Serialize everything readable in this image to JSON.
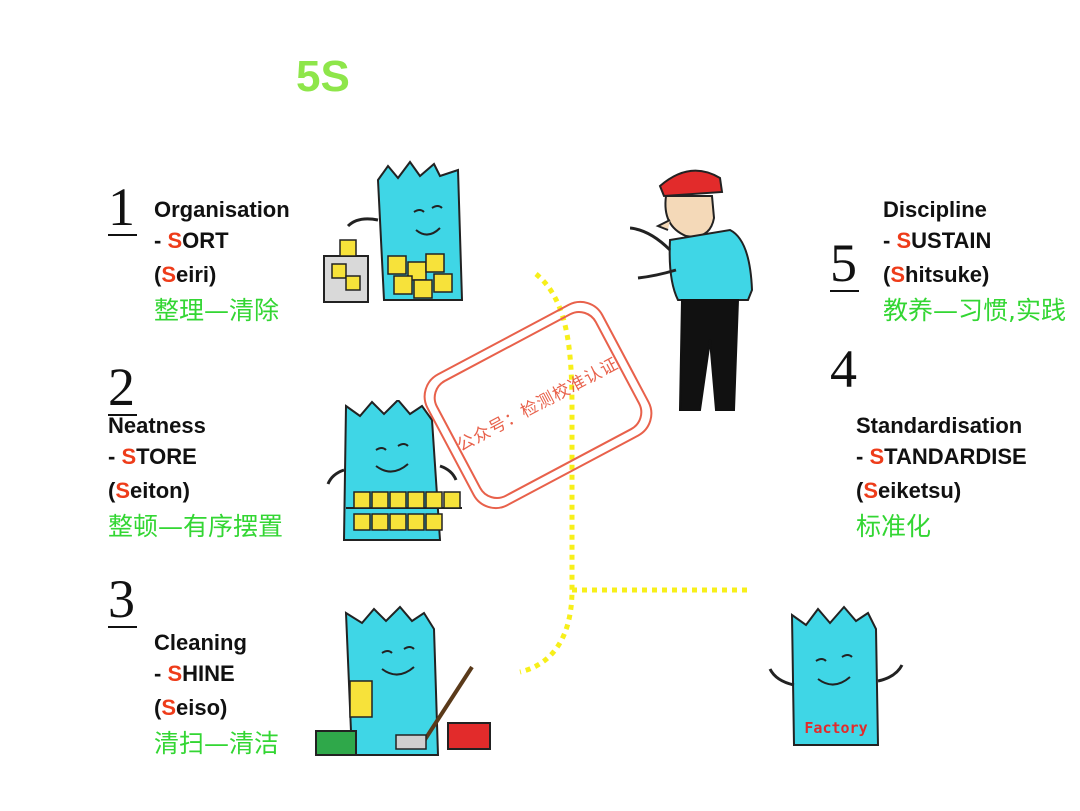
{
  "title": "5S",
  "items": [
    {
      "num": "1",
      "name": "Organisation",
      "dash": "- ",
      "letter": "S",
      "rest": "ORT",
      "open": "(",
      "rletter": "S",
      "rrest": "eiri)",
      "cn": "整理—清除"
    },
    {
      "num": "2",
      "name": "Neatness",
      "dash": "- ",
      "letter": "S",
      "rest": "TORE",
      "open": "(",
      "rletter": "S",
      "rrest": "eiton)",
      "cn": "整顿—有序摆置"
    },
    {
      "num": "3",
      "name": "Cleaning",
      "dash": "- ",
      "letter": "S",
      "rest": "HINE",
      "open": "(",
      "rletter": "S",
      "rrest": "eiso)",
      "cn": "清扫—清洁"
    },
    {
      "num": "4",
      "name": "Standardisation",
      "dash": "- ",
      "letter": "S",
      "rest": "TANDARDISE",
      "open": "(",
      "rletter": "S",
      "rrest": "eiketsu)",
      "cn": "标准化"
    },
    {
      "num": "5",
      "name": "Discipline",
      "dash": "- ",
      "letter": "S",
      "rest": "USTAIN",
      "open": "(",
      "rletter": "S",
      "rrest": "hitsuke)",
      "cn": "教养—习惯,实践"
    }
  ],
  "factory_label": "Factory",
  "stamp_text": "公众号：检测校准认证",
  "colors": {
    "title": "#8ee64a",
    "accent": "#ee3c1a",
    "chinese": "#33d633",
    "mascot": "#3fd6e6",
    "box": "#f7e23a",
    "dots": "#f7ef1a"
  }
}
